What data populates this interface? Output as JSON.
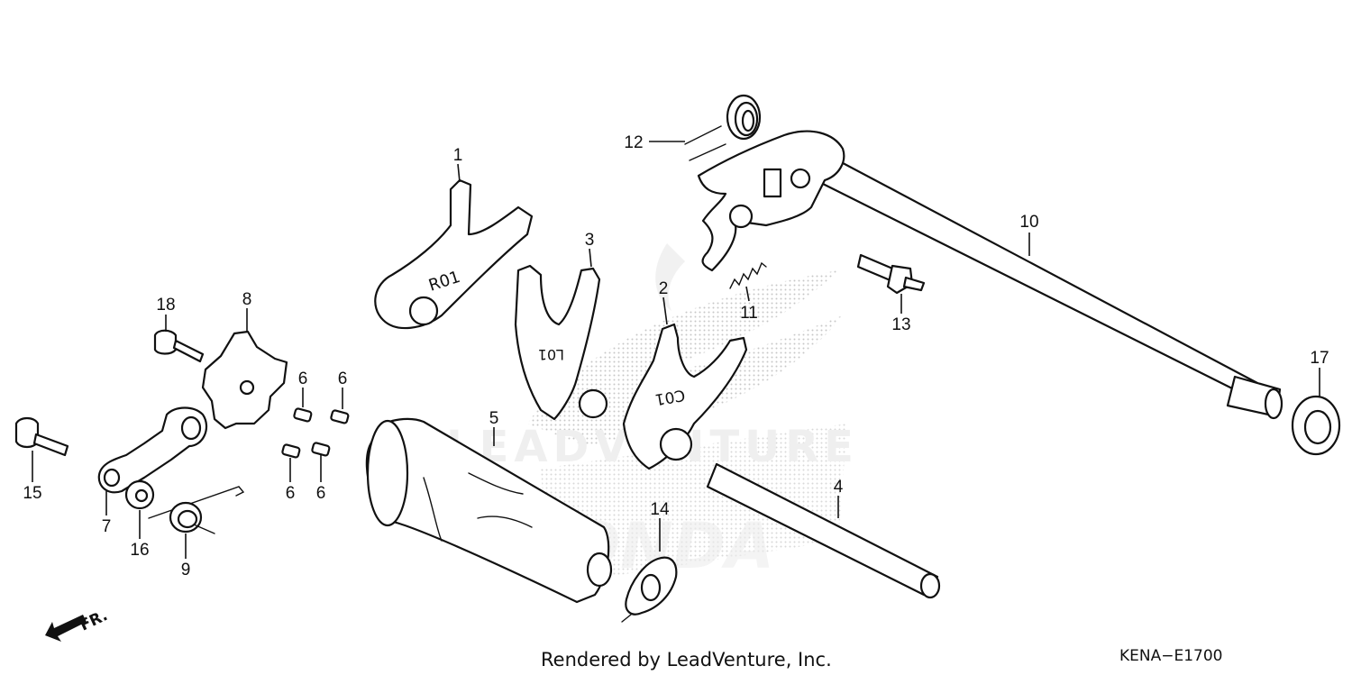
{
  "callouts": [
    "1",
    "2",
    "3",
    "4",
    "5",
    "6",
    "6",
    "6",
    "6",
    "7",
    "8",
    "9",
    "10",
    "11",
    "12",
    "13",
    "14",
    "15",
    "16",
    "17",
    "18"
  ],
  "fork_marks": {
    "fork1": "R01",
    "fork3": "L01",
    "fork2": "C01"
  },
  "watermark": {
    "text": "LEADVENTURE",
    "brand": "HONDA"
  },
  "direction_label": "FR.",
  "footer": {
    "credit": "Rendered by LeadVenture, Inc.",
    "code": "KENA−E1700"
  }
}
